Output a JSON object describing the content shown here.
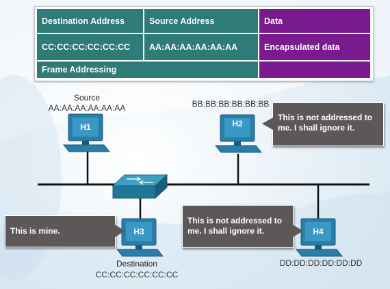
{
  "frame_table": {
    "row1": {
      "dest_header": "Destination Address",
      "src_header": "Source Address",
      "data_header": "Data"
    },
    "row2": {
      "dest_value": "CC:CC:CC:CC:CC:CC",
      "src_value": "AA:AA:AA:AA:AA:AA",
      "data_value": "Encapsulated data"
    },
    "row3": {
      "label": "Frame Addressing",
      "data_value": ""
    },
    "colors": {
      "teal": "#2e7b78",
      "purple": "#7a1a8f"
    }
  },
  "hosts": {
    "h1": {
      "name": "H1",
      "role": "Source",
      "mac": "AA:AA:AA:AA:AA:AA"
    },
    "h2": {
      "name": "H2",
      "mac": "BB:BB:BB:BB:BB:BB"
    },
    "h3": {
      "name": "H3",
      "role": "Destination",
      "mac": "CC:CC:CC:CC:CC:CC"
    },
    "h4": {
      "name": "H4",
      "mac": "DD:DD:DD:DD:DD:DD"
    }
  },
  "callouts": {
    "h2": "This is not addressed to me. I shall ignore it.",
    "h3": "This is mine.",
    "h4": "This is not addressed to me. I shall ignore it."
  },
  "icons": {
    "computer": "computer-icon",
    "switch": "switch-icon"
  }
}
